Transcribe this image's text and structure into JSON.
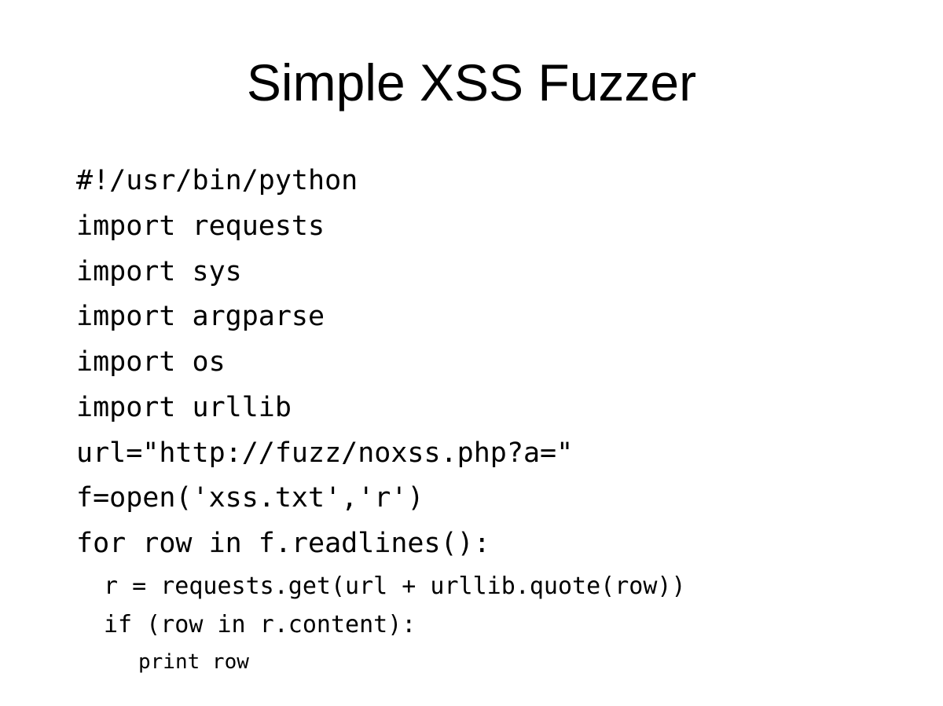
{
  "slide": {
    "title": "Simple XSS Fuzzer",
    "background_color": "#ffffff",
    "text_color": "#000000"
  },
  "code": {
    "language": "python",
    "lines": [
      {
        "indent": 0,
        "text": "#!/usr/bin/python"
      },
      {
        "indent": 0,
        "text": "import requests"
      },
      {
        "indent": 0,
        "text": "import sys"
      },
      {
        "indent": 0,
        "text": "import argparse"
      },
      {
        "indent": 0,
        "text": "import os"
      },
      {
        "indent": 0,
        "text": "import urllib"
      },
      {
        "indent": 0,
        "text": "url=\"http://fuzz/noxss.php?a=\""
      },
      {
        "indent": 0,
        "text": "f=open('xss.txt','r')"
      },
      {
        "indent": 0,
        "text": "for row in f.readlines():"
      },
      {
        "indent": 1,
        "text": "r = requests.get(url + urllib.quote(row))"
      },
      {
        "indent": 1,
        "text": "if (row in r.content):"
      },
      {
        "indent": 2,
        "text": "print row"
      }
    ]
  }
}
